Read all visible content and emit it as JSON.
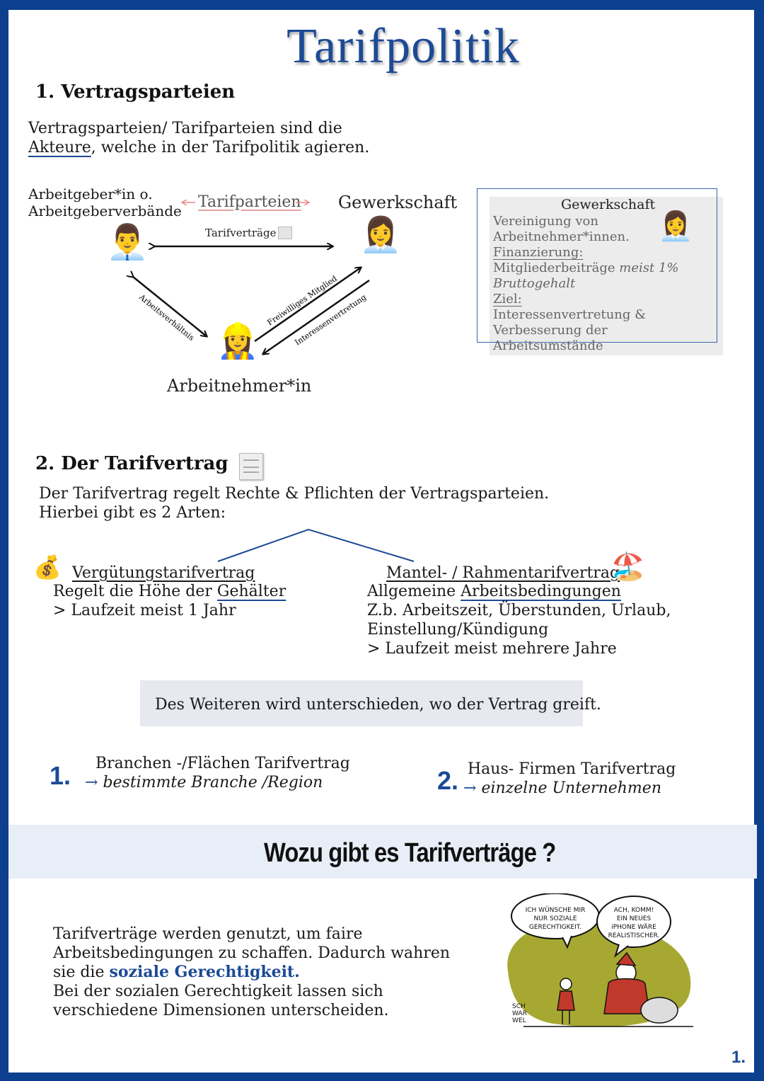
{
  "title": "Tarifpolitik",
  "section1": {
    "heading": "1.  Vertragsparteien",
    "intro_line1": "Vertragsparteien/ Tarifparteien sind die",
    "intro_akteure": "Akteure",
    "intro_line2_rest": ", welche in der Tarifpolitik agieren.",
    "diagram": {
      "employer_label_1": "Arbeitgeber*in o.",
      "employer_label_2": "Arbeitgeberverbände",
      "tarifparteien_label": "Tarifparteien",
      "union_label": "Gewerkschaft",
      "tarifvertraege_label": "Tarifverträge",
      "arbeitsverhaeltnis_label": "Arbeitsverhältnis",
      "freiwilliges_mitglied_label": "Freiwilliges Mitglied",
      "interessenvertretung_label": "Interessenvertretung",
      "employee_label": "Arbeitnehmer*in"
    },
    "sidebox": {
      "title": "Gewerkschaft",
      "line1": "Vereinigung von",
      "line2": "Arbeitnehmer*innen.",
      "fin_label": "Finanzierung:",
      "fin_text": "Mitgliederbeiträge ",
      "fin_italic": "meist 1%",
      "fin_italic2": "Bruttogehalt",
      "goal_label": "Ziel:",
      "goal_line1": "Interessenvertretung &",
      "goal_line2": "Verbesserung der Arbeitsumstände"
    }
  },
  "section2": {
    "heading": "2.  Der Tarifvertrag",
    "intro_line1": "Der Tarifvertrag regelt Rechte & Pflichten der Vertragsparteien.",
    "intro_line2": "Hierbei gibt es 2 Arten:",
    "left": {
      "title": "Vergütungstarifvertrag",
      "line1_pre": "Regelt die Höhe der ",
      "line1_u": "Gehälter",
      "line2": "> Laufzeit meist 1 Jahr"
    },
    "right": {
      "title": "Mantel- / Rahmentarifvertrag",
      "line1_pre": "Allgemeine ",
      "line1_u": "Arbeitsbedingungen",
      "line2": "Z.b. Arbeitszeit, Überstunden, Urlaub,",
      "line3": "Einstellung/Kündigung",
      "line4": "> Laufzeit meist mehrere Jahre"
    },
    "band_text": "Des Weiteren wird unterschieden, wo der Vertrag greift.",
    "type1": {
      "num": "1.",
      "title": "Branchen -/Flächen Tarifvertrag",
      "arrow": "→",
      "sub": "bestimmte Branche /Region"
    },
    "type2": {
      "num": "2.",
      "title": "Haus- Firmen Tarifvertrag",
      "arrow": "→",
      "sub": "einzelne Unternehmen"
    }
  },
  "section3": {
    "heading": "Wozu gibt es Tarifverträge ?",
    "line1": "Tarifverträge werden genutzt, um faire",
    "line2": "Arbeitsbedingungen zu schaffen. Dadurch wahren",
    "line3_pre": "sie die ",
    "line3_bold": "soziale Gerechtigkeit.",
    "line4": "Bei der sozialen Gerechtigkeit lassen sich",
    "line5": "verschiedene Dimensionen unterscheiden.",
    "cartoon": {
      "bubble1": "ICH WÜNSCHE MIR NUR SOZIALE GERECHTIGKEIT.",
      "bubble2": "ACH, KOMM! EIN NEUES iPHONE WÄRE REALISTISCHER.",
      "signature": "SCH WAR WEL"
    }
  },
  "page_number": "1."
}
